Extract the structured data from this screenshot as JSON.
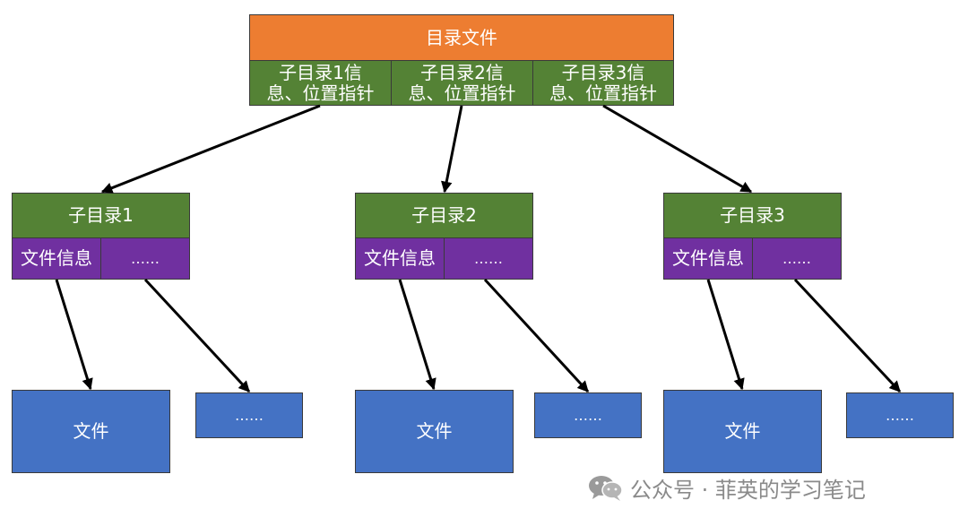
{
  "root": {
    "title": "目录文件",
    "entries": [
      "子目录1信息、位置指针",
      "子目录2信息、位置指针",
      "子目录3信息、位置指针"
    ]
  },
  "subdirs": [
    {
      "title": "子目录1",
      "info": "文件信息",
      "more": "……",
      "file": "文件",
      "more_file": "……"
    },
    {
      "title": "子目录2",
      "info": "文件信息",
      "more": "……",
      "file": "文件",
      "more_file": "……"
    },
    {
      "title": "子目录3",
      "info": "文件信息",
      "more": "……",
      "file": "文件",
      "more_file": "……"
    }
  ],
  "watermark": {
    "text": "公众号 · 菲英的学习笔记",
    "icon": "wechat-icon"
  },
  "colors": {
    "root_header": "#ed7d31",
    "directory_green": "#548235",
    "info_purple": "#7030a0",
    "file_blue": "#4472c4"
  }
}
